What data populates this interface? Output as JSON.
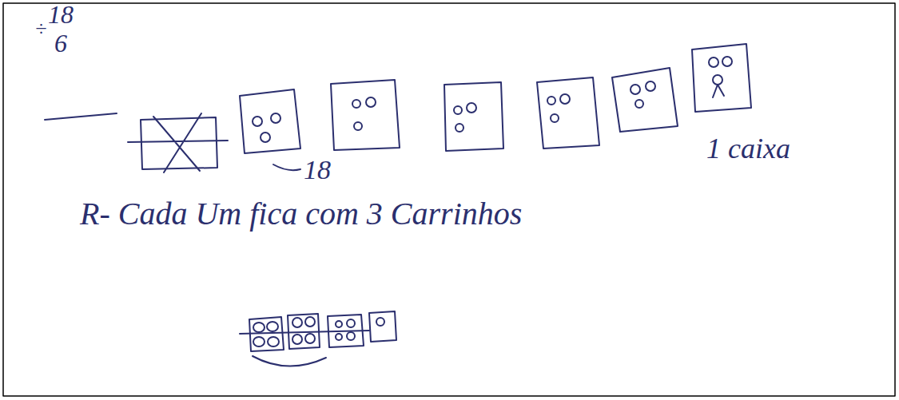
{
  "diagram": {
    "labels": [
      "÷",
      "18",
      "6",
      "18",
      "1 caixa",
      "R- Cada Um fica com 3 Carrinhos"
    ]
  }
}
